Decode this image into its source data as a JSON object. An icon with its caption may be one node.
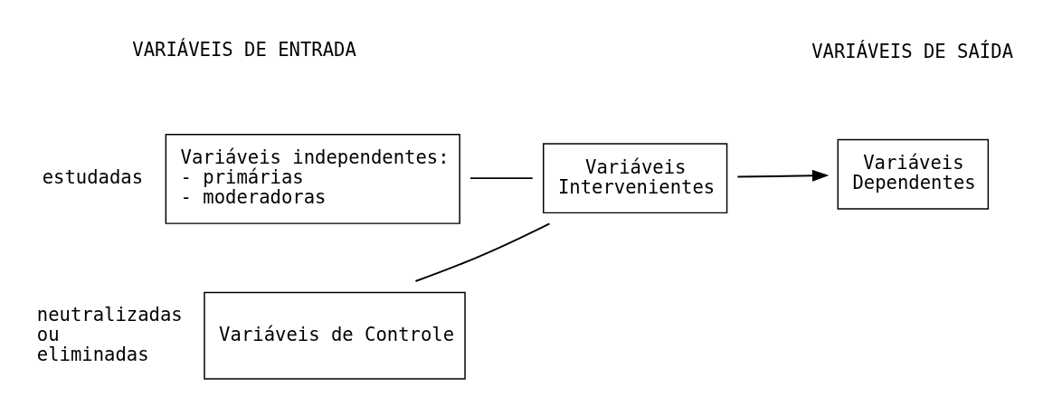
{
  "diagram": {
    "nodes": [
      {
        "text": [
          "Variáveis independentes:",
          "- primárias",
          "- moderadoras"
        ],
        "beside": [
          "estudadas"
        ]
      },
      {
        "text": [
          "Variáveis de Controle"
        ],
        "beside": [
          "neutralizadas ou eliminadas"
        ]
      },
      {
        "text": [
          "Variáveis Intervenientes"
        ]
      },
      {
        "text": [
          "Variáveis Dependentes"
        ]
      }
    ],
    "edges": [
      {
        "from": 0,
        "to": 2,
        "arrow": "none"
      },
      {
        "from": 1,
        "to": 2,
        "arrow": "none"
      },
      {
        "from": 2,
        "to": 3,
        "arrow": "to"
      }
    ],
    "labels": [
      "VARIÁVEIS DE ENTRADA",
      "VARIÁVEIS DE SAÍDA"
    ]
  }
}
